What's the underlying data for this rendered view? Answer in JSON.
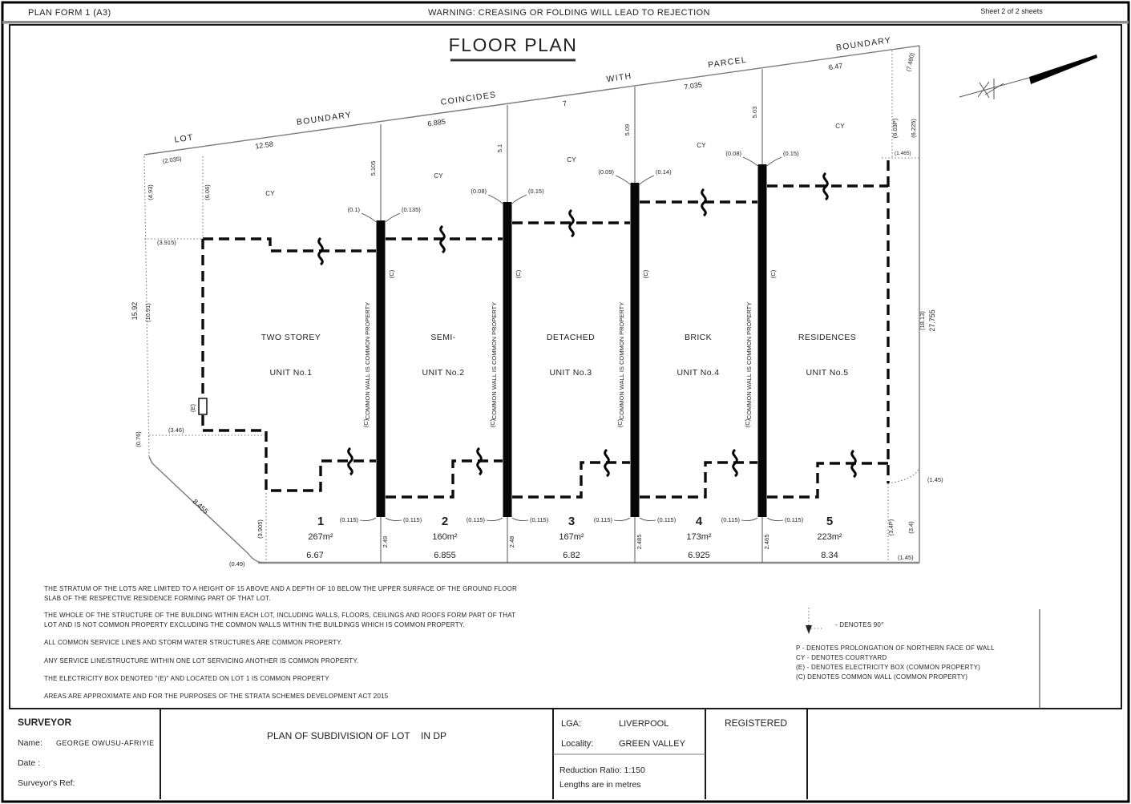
{
  "header": {
    "form_label": "PLAN FORM 1 (A3)",
    "warning": "WARNING: CREASING OR FOLDING WILL LEAD TO REJECTION",
    "sheet_label": "Sheet 2 of 2 sheets"
  },
  "title": "FLOOR PLAN",
  "boundary": {
    "words": [
      "LOT",
      "BOUNDARY",
      "COINCIDES",
      "WITH",
      "PARCEL",
      "BOUNDARY"
    ],
    "top_dims": [
      "(2.035)",
      "12.58",
      "6.885",
      "7",
      "7.035",
      "6.47",
      "(7.480)"
    ],
    "left_dims": {
      "d4_93": "(4.93)",
      "d6_06": "(6.06)",
      "d15_92": "15.92",
      "d10_91": "(10.91)",
      "d3_915": "(3.915)",
      "d0_76": "(0.76)",
      "d3_46": "(3.46)",
      "d8_455": "8.455",
      "d0_49": "(0.49)",
      "d3_905": "(3.905)"
    },
    "right_dims": {
      "d6_03p": "(6.03P)",
      "d6_225": "(6.225)",
      "d1_465": "(1.465)",
      "d18_13": "(18.13)",
      "d27_755": "27.755",
      "arc": "(1.45)",
      "d3_4p": "(3.4P)",
      "d3_4": "(3.4)",
      "bottom": "(1.45)"
    }
  },
  "labels": {
    "cy": "CY",
    "e_box": "(E)"
  },
  "common_wall": {
    "text": "COMMON WALL IS COMMON PROPERTY",
    "c": "(C)",
    "walls": [
      {
        "top_left": "(0.1)",
        "top_right": "(0.135)",
        "above": "5.105",
        "below": "2.49",
        "bot_left": "(0.115)",
        "bot_right": "(0.115)"
      },
      {
        "top_left": "(0.08)",
        "top_right": "(0.15)",
        "above": "5.1",
        "below": "2.48",
        "bot_left": "(0.115)",
        "bot_right": "(0.115)"
      },
      {
        "top_left": "(0.09)",
        "top_right": "(0.14)",
        "above": "5.09",
        "below": "2.485",
        "bot_left": "(0.115)",
        "bot_right": "(0.115)"
      },
      {
        "top_left": "(0.08)",
        "top_right": "(0.15)",
        "above": "5.03",
        "below": "2.465",
        "bot_left": "(0.115)",
        "bot_right": "(0.115)"
      }
    ]
  },
  "units": [
    {
      "line1": "TWO STOREY",
      "line2": "UNIT No.1",
      "number": "1",
      "area": "267m²",
      "frontage": "6.67"
    },
    {
      "line1": "SEMI-",
      "line2": "UNIT No.2",
      "number": "2",
      "area": "160m²",
      "frontage": "6.855"
    },
    {
      "line1": "DETACHED",
      "line2": "UNIT No.3",
      "number": "3",
      "area": "167m²",
      "frontage": "6.82"
    },
    {
      "line1": "BRICK",
      "line2": "UNIT No.4",
      "number": "4",
      "area": "173m²",
      "frontage": "6.925"
    },
    {
      "line1": "RESIDENCES",
      "line2": "UNIT No.5",
      "number": "5",
      "area": "223m²",
      "frontage": "8.34"
    }
  ],
  "notes": [
    {
      "lines": [
        "THE STRATUM OF THE LOTS ARE LIMITED TO A HEIGHT OF 15 ABOVE AND A DEPTH OF 10 BELOW THE UPPER SURFACE OF THE GROUND FLOOR",
        "SLAB OF THE RESPECTIVE RESIDENCE FORMING PART OF THAT LOT."
      ]
    },
    {
      "lines": [
        "THE WHOLE OF THE STRUCTURE OF THE BUILDING WITHIN EACH LOT, INCLUDING WALLS, FLOORS, CEILINGS AND ROOFS FORM PART OF THAT",
        "LOT AND IS NOT COMMON PROPERTY EXCLUDING THE COMMON WALLS WITHIN THE BUILDINGS WHICH IS COMMON PROPERTY."
      ]
    },
    {
      "lines": [
        "ALL COMMON SERVICE LINES AND STORM WATER STRUCTURES ARE COMMON PROPERTY."
      ]
    },
    {
      "lines": [
        "ANY SERVICE LINE/STRUCTURE WITHIN ONE LOT SERVICING ANOTHER IS COMMON PROPERTY."
      ]
    },
    {
      "lines": [
        "THE ELECTRICITY BOX DENOTED \"(E)\" AND LOCATED ON LOT 1 IS COMMON PROPERTY"
      ]
    },
    {
      "lines": [
        "AREAS ARE APPROXIMATE AND FOR THE PURPOSES OF THE STRATA SCHEMES DEVELOPMENT ACT 2015"
      ]
    }
  ],
  "legend": {
    "ninety": "- DENOTES 90°",
    "p": "P - DENOTES PROLONGATION OF NORTHERN FACE OF WALL",
    "cy": "CY - DENOTES COURTYARD",
    "e": "(E) - DENOTES ELECTRICITY BOX (COMMON PROPERTY)",
    "c": "(C) DENOTES COMMON WALL (COMMON PROPERTY)"
  },
  "title_block": {
    "surveyor": "SURVEYOR",
    "name_label": "Name:",
    "name_value": "GEORGE OWUSU-AFRIYIE",
    "date_label": "Date :",
    "ref_label": "Surveyor's Ref:",
    "plan_title": "PLAN OF SUBDIVISION OF LOT    IN DP",
    "lga_label": "LGA:",
    "lga_value": "LIVERPOOL",
    "locality_label": "Locality:",
    "locality_value": "GREEN VALLEY",
    "ratio": "Reduction Ratio: 1:150",
    "lengths": "Lengths are in metres",
    "registered": "REGISTERED"
  }
}
